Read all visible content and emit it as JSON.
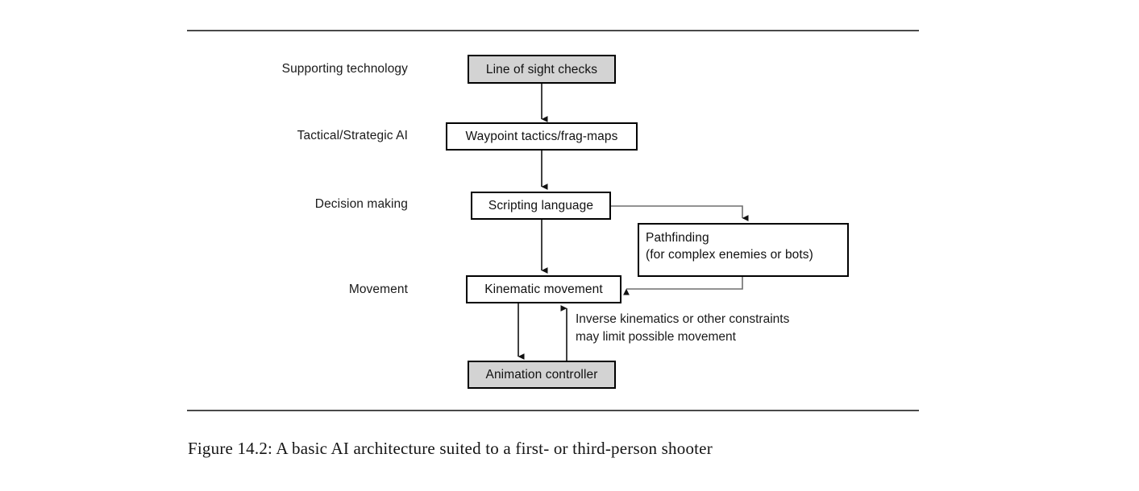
{
  "figure": {
    "caption": "Figure 14.2: A basic AI architecture suited to a first- or third-person shooter",
    "rule_color": "#4a4a4a"
  },
  "tiers": [
    {
      "label": "Supporting technology"
    },
    {
      "label": "Tactical/Strategic AI"
    },
    {
      "label": "Decision making"
    },
    {
      "label": "Movement"
    }
  ],
  "nodes": {
    "line_of_sight": {
      "label": "Line of sight checks",
      "fill": "#d3d3d3"
    },
    "waypoint": {
      "label": "Waypoint tactics/frag-maps",
      "fill": "#ffffff"
    },
    "scripting": {
      "label": "Scripting language",
      "fill": "#ffffff"
    },
    "pathfinding": {
      "label_line1": "Pathfinding",
      "label_line2": "(for complex enemies or bots)",
      "fill": "#ffffff"
    },
    "kinematic": {
      "label": "Kinematic movement",
      "fill": "#ffffff"
    },
    "animation": {
      "label": "Animation controller",
      "fill": "#d3d3d3"
    }
  },
  "annotations": {
    "ik_note_line1": "Inverse kinematics or other constraints",
    "ik_note_line2": "may limit possible movement"
  },
  "chart_data": {
    "type": "diagram",
    "title": "A basic AI architecture suited to a first- or third-person shooter",
    "tiers": [
      "Supporting technology",
      "Tactical/Strategic AI",
      "Decision making",
      "Movement"
    ],
    "nodes": [
      {
        "id": "line_of_sight",
        "label": "Line of sight checks",
        "tier": "Supporting technology",
        "shaded": true
      },
      {
        "id": "waypoint",
        "label": "Waypoint tactics/frag-maps",
        "tier": "Tactical/Strategic AI",
        "shaded": false
      },
      {
        "id": "scripting",
        "label": "Scripting language",
        "tier": "Decision making",
        "shaded": false
      },
      {
        "id": "pathfinding",
        "label": "Pathfinding (for complex enemies or bots)",
        "tier": "Decision making",
        "shaded": false
      },
      {
        "id": "kinematic",
        "label": "Kinematic movement",
        "tier": "Movement",
        "shaded": false
      },
      {
        "id": "animation",
        "label": "Animation controller",
        "tier": "Movement",
        "shaded": true
      }
    ],
    "edges": [
      {
        "from": "line_of_sight",
        "to": "waypoint",
        "style": "straight-down"
      },
      {
        "from": "waypoint",
        "to": "scripting",
        "style": "straight-down"
      },
      {
        "from": "scripting",
        "to": "kinematic",
        "style": "straight-down"
      },
      {
        "from": "scripting",
        "to": "pathfinding",
        "style": "right-then-down"
      },
      {
        "from": "pathfinding",
        "to": "kinematic",
        "style": "down-then-left"
      },
      {
        "from": "kinematic",
        "to": "animation",
        "style": "straight-down"
      },
      {
        "from": "animation",
        "to": "kinematic",
        "style": "straight-up",
        "label": "Inverse kinematics or other constraints may limit possible movement"
      }
    ]
  }
}
